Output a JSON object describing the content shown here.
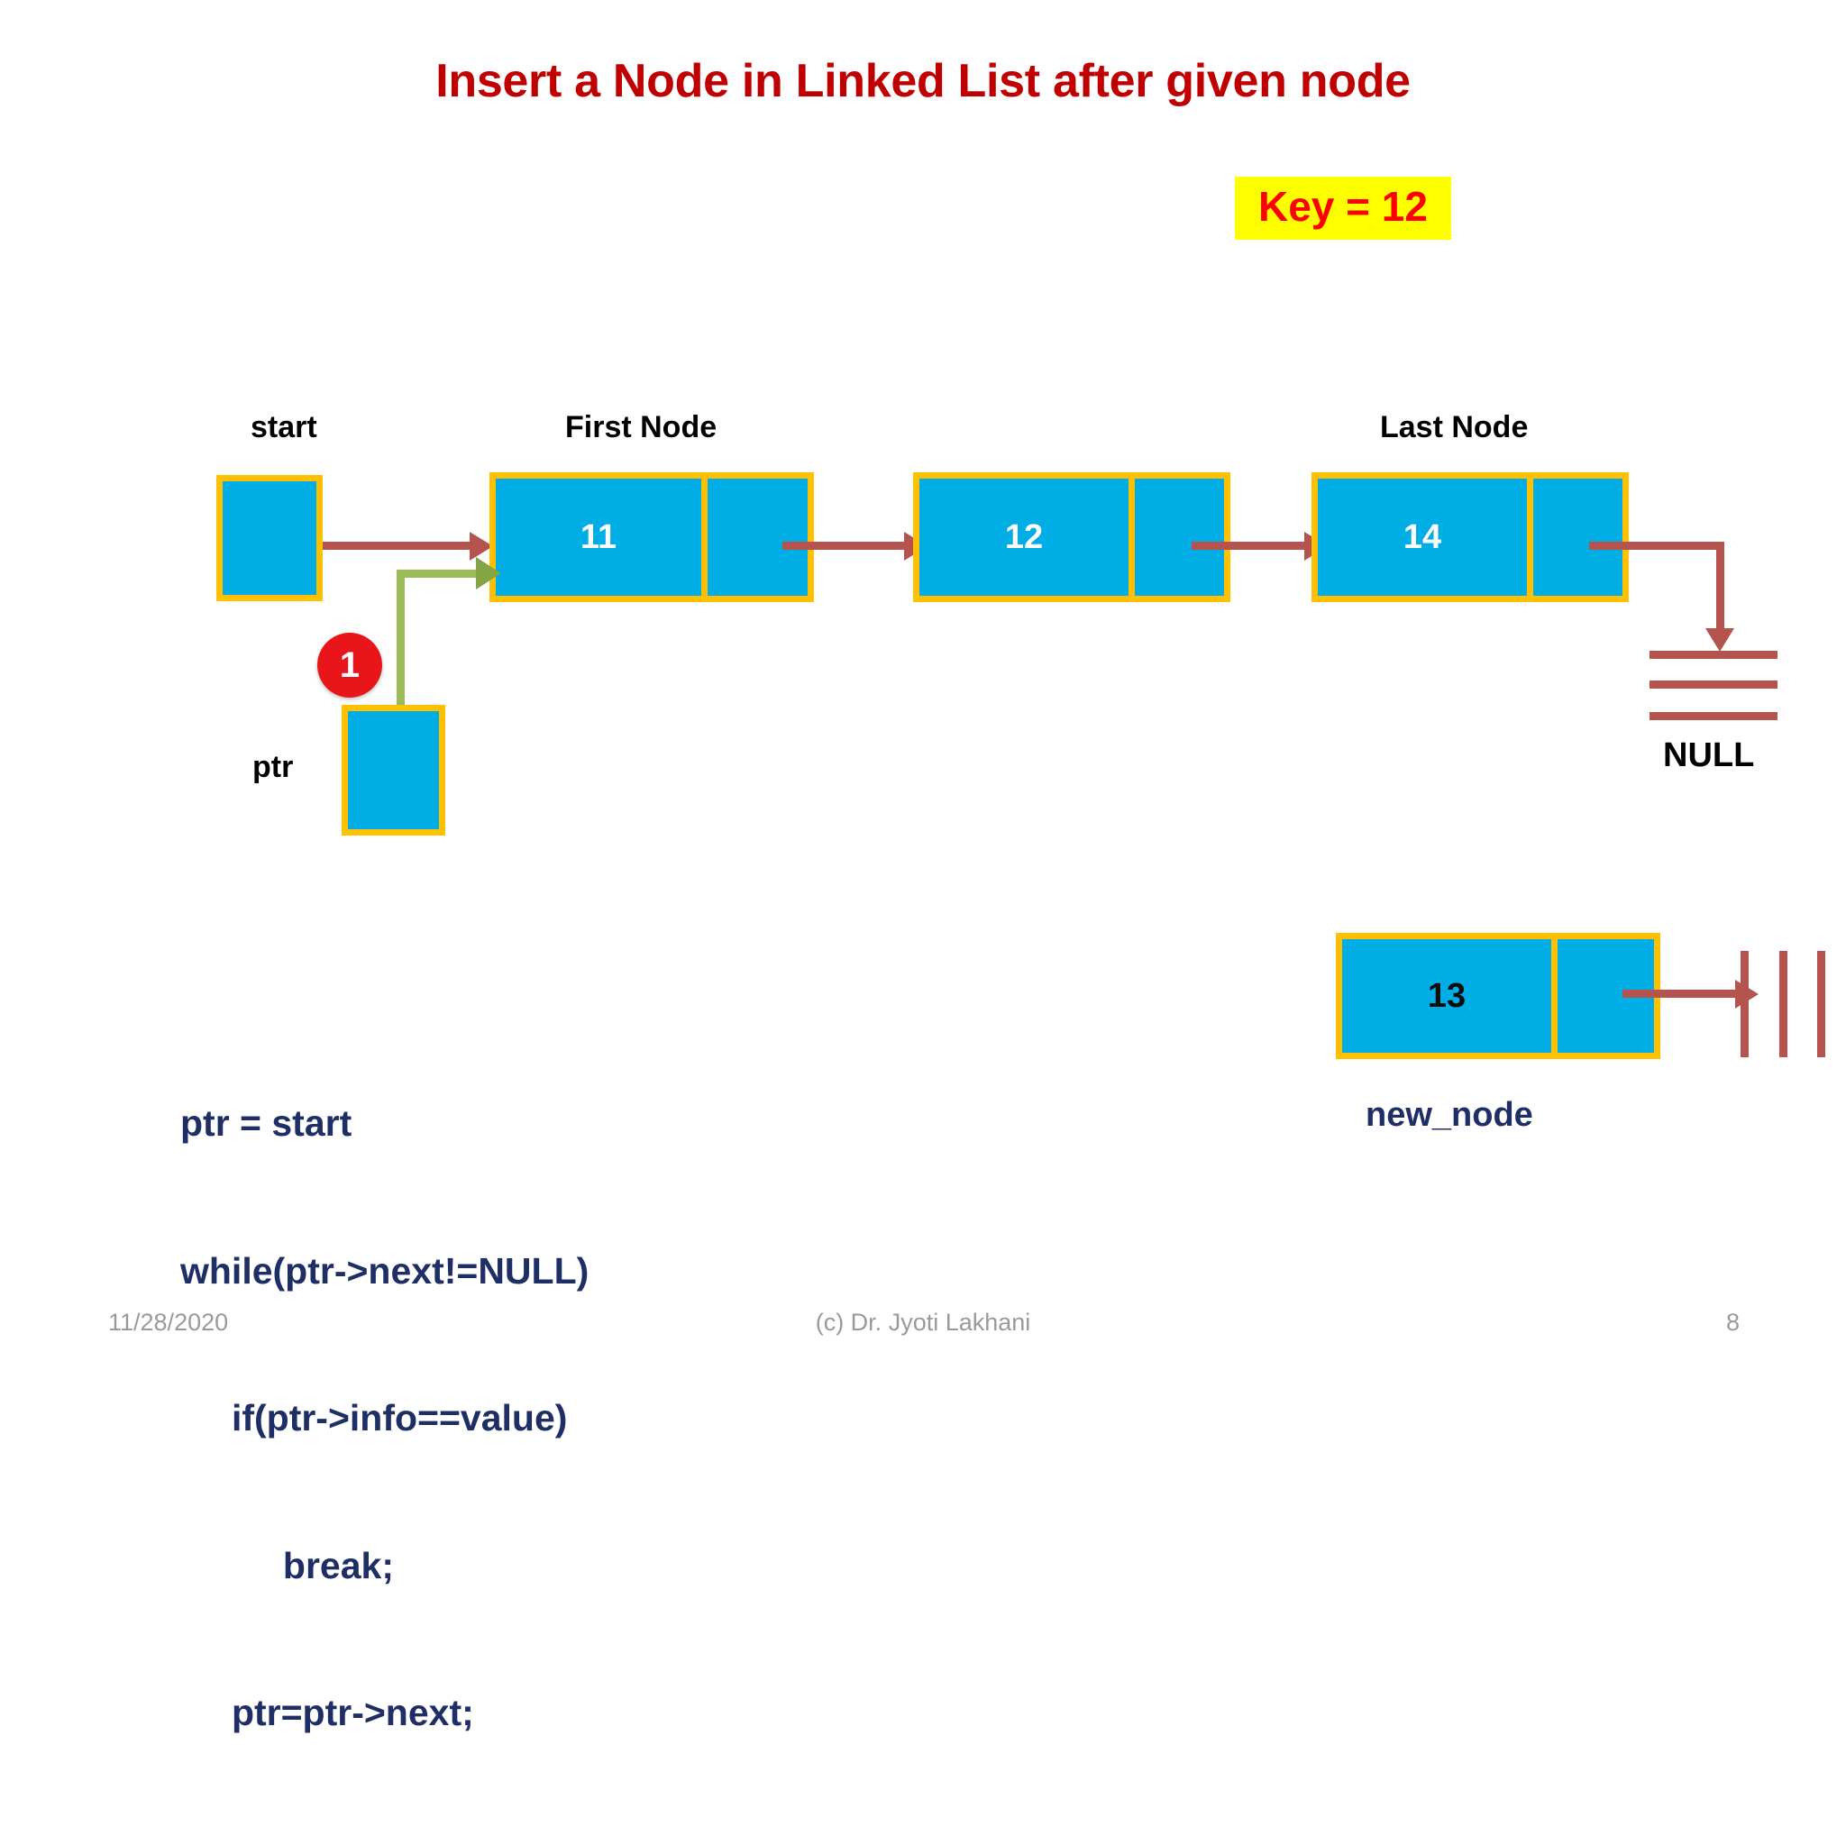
{
  "slide": {
    "title": "Insert a Node in Linked List after given node",
    "key_badge": "Key = 12",
    "step_badge": "1"
  },
  "captions": {
    "start": "start",
    "first_node": "First Node",
    "last_node": "Last Node",
    "ptr": "ptr",
    "null_label": "NULL",
    "new_node": "new_node"
  },
  "list": {
    "nodes": [
      {
        "value": "11",
        "caption": "First Node"
      },
      {
        "value": "12",
        "caption": ""
      },
      {
        "value": "14",
        "caption": "Last Node"
      }
    ]
  },
  "new_node": {
    "value": "13",
    "label": "new_node"
  },
  "code": {
    "lines": [
      "ptr = start",
      "while(ptr->next!=NULL)",
      "     if(ptr->info==value)",
      "          break;",
      "     ptr=ptr->next;"
    ]
  },
  "footer": {
    "date": "11/28/2020",
    "credit": "(c) Dr. Jyoti Lakhani",
    "page": "8"
  },
  "colors": {
    "title_red": "#C00000",
    "key_text": "#FF0000",
    "key_highlight": "#FFFF00",
    "node_fill": "#00AEE5",
    "node_border": "#FFC000",
    "arrow_red": "#B5534F",
    "arrow_green": "#9BBB59",
    "badge_red": "#E8151A",
    "code_navy": "#1F2F66",
    "footer_gray": "#9A9A9A"
  }
}
